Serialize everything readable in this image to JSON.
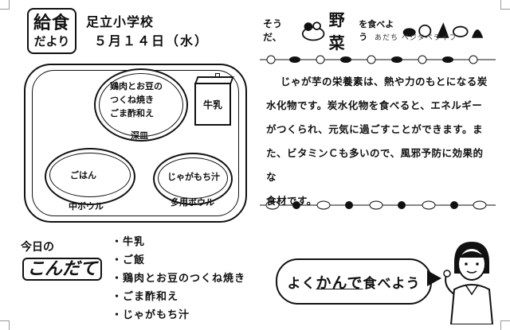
{
  "header": {
    "logo_main": "給食",
    "logo_sub": "だより",
    "school": "足立小学校",
    "date": "５月１４日（水）"
  },
  "tray": {
    "bowl_top": {
      "dish_lines": [
        "鶏肉とお豆の",
        "つくね焼き",
        "ごま酢和え"
      ],
      "vessel": "深皿"
    },
    "milk": "牛乳",
    "bowl_left": {
      "dish": "ごはん",
      "vessel": "中ボウル"
    },
    "bowl_right": {
      "dish": "じゃがもち汁",
      "vessel": "多用ボウル"
    }
  },
  "today_menu": {
    "title_prefix": "今日の",
    "title_main": "こんだて",
    "items": [
      "・牛乳",
      "・ご飯",
      "・鶏肉とお豆のつくね焼き",
      "・ごま酢和え",
      "・じゃがもち汁"
    ]
  },
  "vegetable_section": {
    "prefix": "そうだ、",
    "title": "野菜",
    "suffix": "を食べよう",
    "sub": "あだち ベジタベライフ",
    "body_lines": [
      "じゃが芋の栄養素は、熱や力のもとになる炭",
      "水化物です。炭水化物を食べると、エネルギー",
      "がつくられ、元気に過ごすことができます。ま",
      "た、ビタミンＣも多いので、風邪予防に効果的な",
      "食材です。"
    ]
  },
  "bubble": {
    "part1": "よく",
    "part2": "かんで",
    "part3": "食べよう"
  },
  "colors": {
    "ink": "#111111",
    "paper": "#ffffff"
  }
}
